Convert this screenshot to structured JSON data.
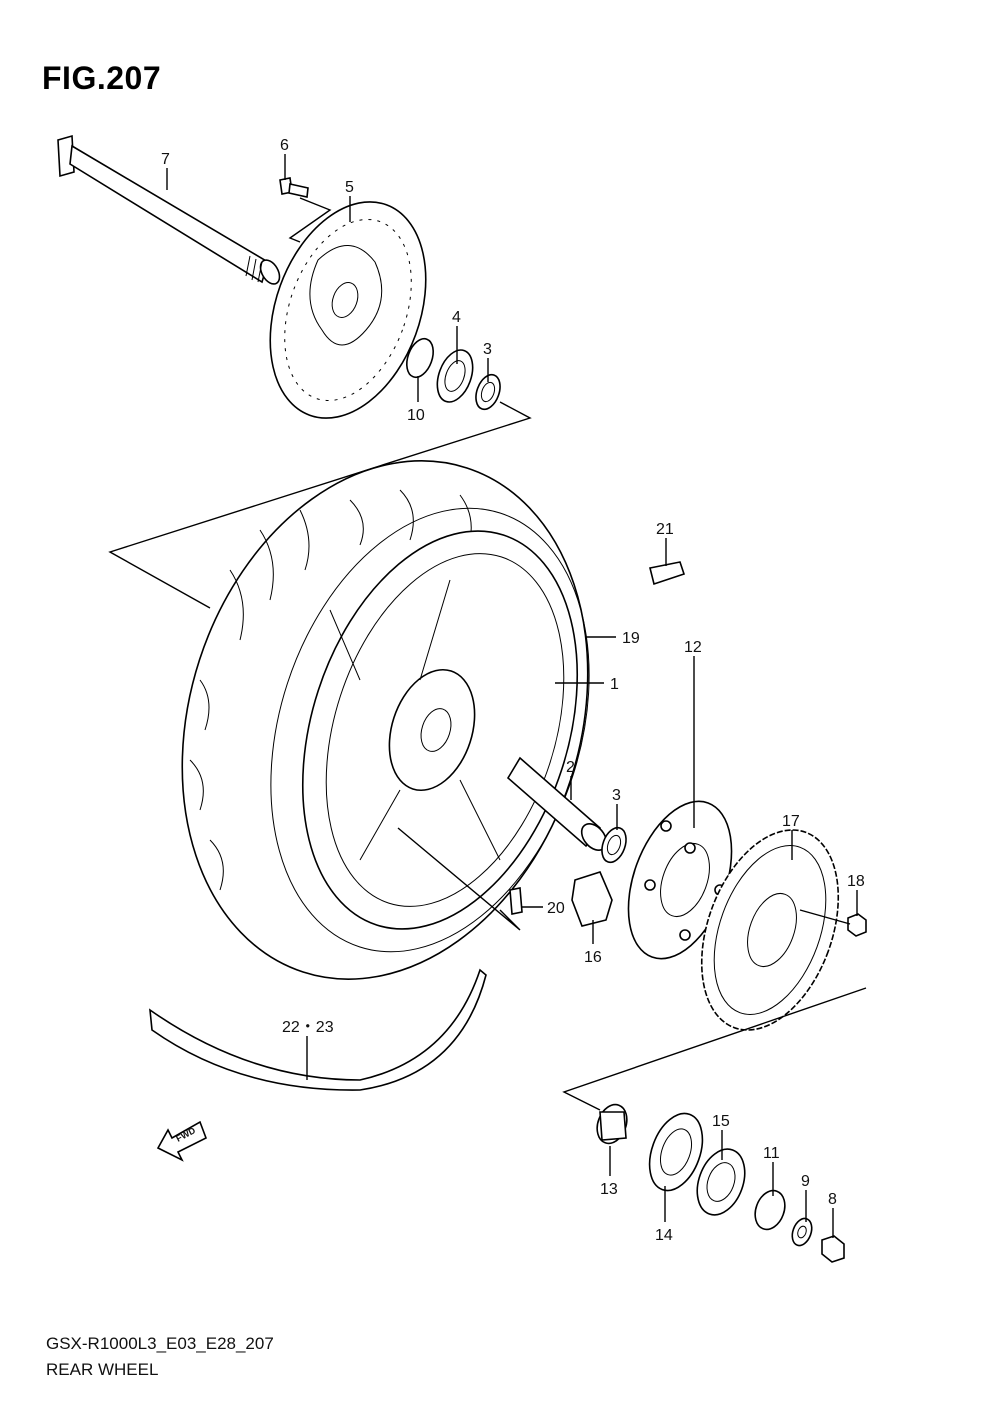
{
  "figure": {
    "title": "FIG.207",
    "model_code": "GSX-R1000L3_E03_E28_207",
    "name": "REAR WHEEL",
    "fwd_label": "FWD"
  },
  "callouts": [
    {
      "id": "c7",
      "text": "7"
    },
    {
      "id": "c6",
      "text": "6"
    },
    {
      "id": "c5",
      "text": "5"
    },
    {
      "id": "c4",
      "text": "4"
    },
    {
      "id": "c3a",
      "text": "3"
    },
    {
      "id": "c10",
      "text": "10"
    },
    {
      "id": "c21",
      "text": "21"
    },
    {
      "id": "c19",
      "text": "19"
    },
    {
      "id": "c1",
      "text": "1"
    },
    {
      "id": "c2",
      "text": "2"
    },
    {
      "id": "c3b",
      "text": "3"
    },
    {
      "id": "c12",
      "text": "12"
    },
    {
      "id": "c17",
      "text": "17"
    },
    {
      "id": "c18",
      "text": "18"
    },
    {
      "id": "c20",
      "text": "20"
    },
    {
      "id": "c16",
      "text": "16"
    },
    {
      "id": "c22_23",
      "text": "22・23"
    },
    {
      "id": "c15",
      "text": "15"
    },
    {
      "id": "c11",
      "text": "11"
    },
    {
      "id": "c9",
      "text": "9"
    },
    {
      "id": "c8",
      "text": "8"
    },
    {
      "id": "c13",
      "text": "13"
    },
    {
      "id": "c14",
      "text": "14"
    }
  ]
}
